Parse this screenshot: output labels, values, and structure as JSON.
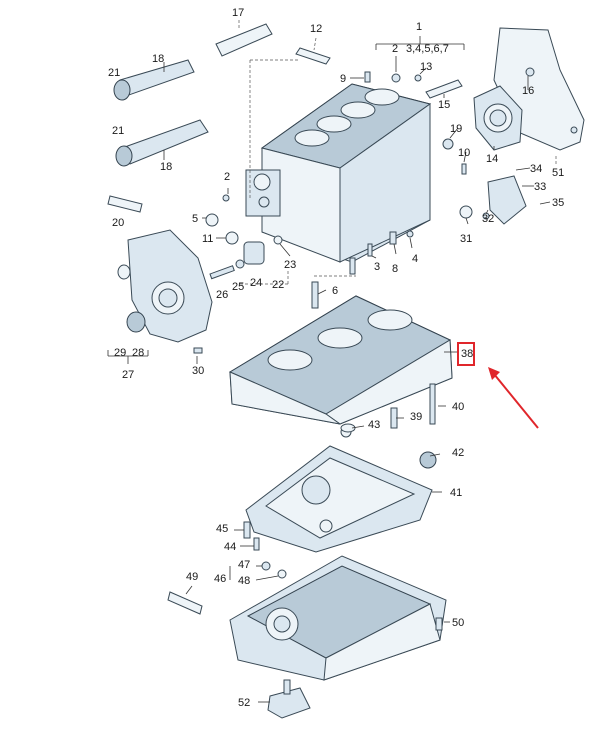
{
  "callouts": {
    "c1": "1",
    "c1_sub": "3,4,5,6,7",
    "c2": "2",
    "c3": "3",
    "c4": "4",
    "c5": "5",
    "c6": "6",
    "c8": "8",
    "c9": "9",
    "c10": "10",
    "c11": "11",
    "c12": "12",
    "c13": "13",
    "c14": "14",
    "c15": "15",
    "c16": "16",
    "c17": "17",
    "c18a": "18",
    "c18b": "18",
    "c19": "19",
    "c20": "20",
    "c21a": "21",
    "c21b": "21",
    "c22": "22",
    "c23": "23",
    "c24": "24",
    "c25": "25",
    "c26": "26",
    "c27": "27",
    "c28": "28",
    "c29": "29",
    "c30": "30",
    "c31": "31",
    "c32": "32",
    "c33": "33",
    "c34": "34",
    "c35": "35",
    "c38": "38",
    "c39": "39",
    "c40": "40",
    "c41": "41",
    "c42": "42",
    "c43": "43",
    "c44": "44",
    "c45": "45",
    "c46": "46",
    "c47": "47",
    "c48": "48",
    "c49": "49",
    "c50": "50",
    "c51": "51",
    "c52": "52"
  },
  "colors": {
    "highlight_box": "#e0262b",
    "arrow": "#e0262b"
  }
}
